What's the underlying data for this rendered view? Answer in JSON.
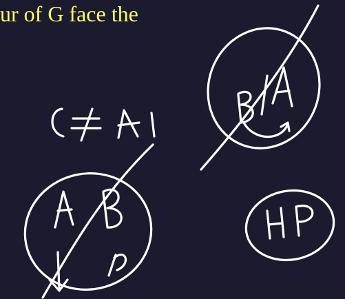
{
  "slide": {
    "heading_fragment": "ur of G face the",
    "background_color": "#1b1a2e",
    "text_color": "#ffff66",
    "ink_color": "#ffffff"
  },
  "annotations": {
    "top_right_circle": "B|A",
    "middle_left_label": "C≠A",
    "bottom_left_circle": "A/B",
    "bottom_right_circle": "HP"
  }
}
